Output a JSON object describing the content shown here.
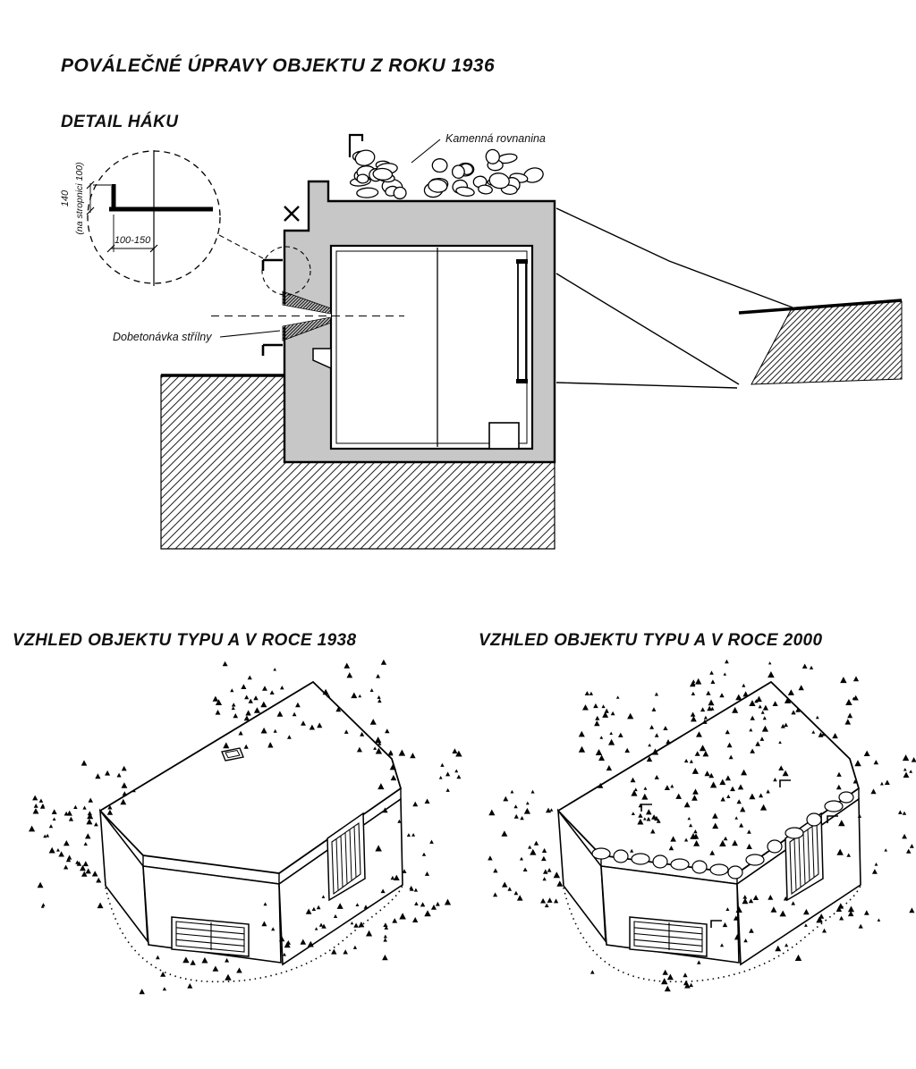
{
  "drawing": {
    "title": "POVÁLEČNÉ ÚPRAVY OBJEKTU Z ROKU 1936"
  },
  "hook_detail": {
    "title": "DETAIL HÁKU",
    "dim_height": "140",
    "dim_height_note": "(na stropnici 100)",
    "dim_width": "100-150"
  },
  "section": {
    "stone_label": "Kamenná rovnanina",
    "embrasure_label": "Dobetonávka střílny"
  },
  "views": {
    "v1938": {
      "title": "VZHLED OBJEKTU TYPU A V ROCE 1938"
    },
    "v2000": {
      "title": "VZHLED OBJEKTU TYPU A V ROCE 2000"
    }
  }
}
